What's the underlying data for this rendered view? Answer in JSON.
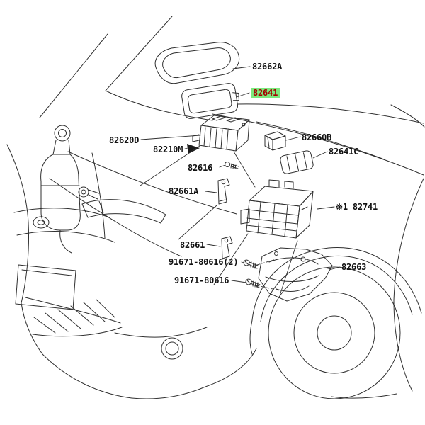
{
  "diagram": {
    "type": "exploded-parts-diagram",
    "subject": "vehicle front section with electrical junction block parts",
    "background_color": "#ffffff",
    "line_color": "#2f2f2f",
    "highlight_color": "#7ce87c",
    "highlight_text_color": "#a40000",
    "label_text_color": "#111111"
  },
  "labels": [
    {
      "id": "82662A",
      "text": "82662A",
      "highlighted": false
    },
    {
      "id": "82641",
      "text": "82641",
      "highlighted": true
    },
    {
      "id": "82620D",
      "text": "82620D",
      "highlighted": false
    },
    {
      "id": "82210M",
      "text": "82210M",
      "highlighted": false
    },
    {
      "id": "82660B",
      "text": "82660B",
      "highlighted": false
    },
    {
      "id": "82641C",
      "text": "82641C",
      "highlighted": false
    },
    {
      "id": "82616",
      "text": "82616",
      "highlighted": false
    },
    {
      "id": "82661A",
      "text": "82661A",
      "highlighted": false
    },
    {
      "id": "82741",
      "text": "※1 82741",
      "highlighted": false
    },
    {
      "id": "82661",
      "text": "82661",
      "highlighted": false
    },
    {
      "id": "91671-80616-2",
      "text": "91671-80616(2)",
      "highlighted": false
    },
    {
      "id": "91671-80616",
      "text": "91671-80616",
      "highlighted": false
    },
    {
      "id": "82663",
      "text": "82663",
      "highlighted": false
    }
  ]
}
